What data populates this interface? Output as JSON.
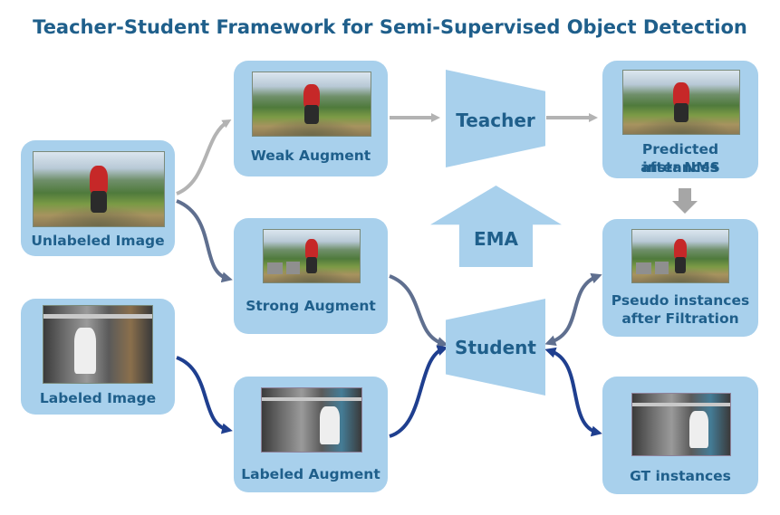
{
  "title": "Teacher-Student Framework for Semi-Supervised Object Detection",
  "nodes": {
    "unlabeled_image": "Unlabeled Image",
    "weak_augment": "Weak Augment",
    "strong_augment": "Strong Augment",
    "labeled_image": "Labeled Image",
    "labeled_augment": "Labeled Augment",
    "teacher": "Teacher",
    "student": "Student",
    "ema": "EMA",
    "predicted_line1": "Predicted instances",
    "predicted_line2": "after NMS",
    "pseudo_line1": "Pseudo instances",
    "pseudo_line2": "after Filtration",
    "gt_instances": "GT instances"
  },
  "colors": {
    "box_fill": "#a8d0ec",
    "title_text": "#1f5f8b",
    "gray_arrow": "#b3b3b3",
    "slate_arrow": "#5f6f8f",
    "navy_arrow": "#1f3f8f"
  }
}
